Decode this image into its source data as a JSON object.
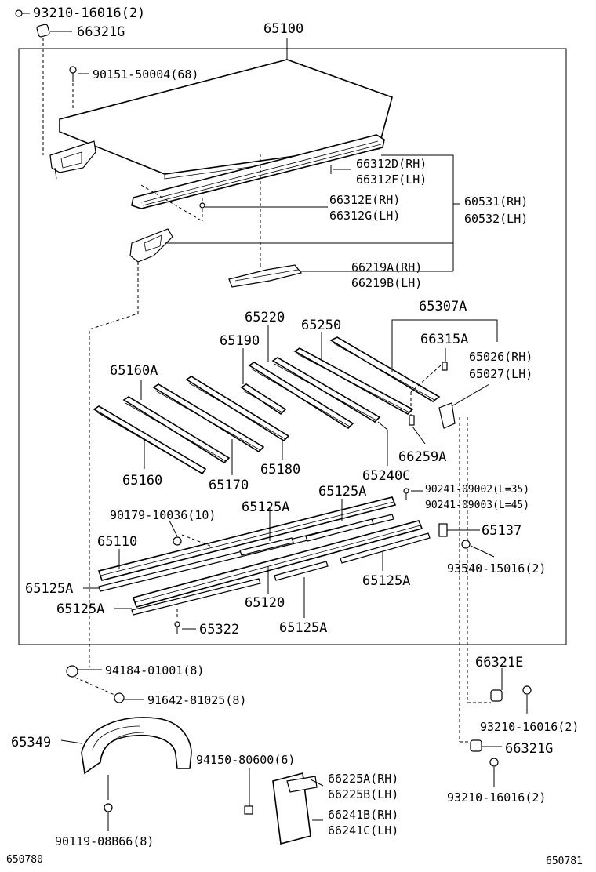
{
  "diagram": {
    "main_assembly": "65100",
    "labels": {
      "p93210_top": "93210-16016(2)",
      "p66321G_top": "66321G",
      "p90151": "90151-50004(68)",
      "p66312D": "66312D(RH)",
      "p66312F": "66312F(LH)",
      "p66312E": "66312E(RH)",
      "p66312G": "66312G(LH)",
      "p60531": "60531(RH)",
      "p60532": "60532(LH)",
      "p66219A": "66219A(RH)",
      "p66219B": "66219B(LH)",
      "p65307A": "65307A",
      "p65220": "65220",
      "p65250": "65250",
      "p65190": "65190",
      "p66315A": "66315A",
      "p65026": "65026(RH)",
      "p65027": "65027(LH)",
      "p65160A": "65160A",
      "p66259A": "66259A",
      "p65160": "65160",
      "p65170": "65170",
      "p65180": "65180",
      "p65240C": "65240C",
      "p90241a": "90241-09002(L=35)",
      "p90241b": "90241-09003(L=45)",
      "p65125A_1": "65125A",
      "p65125A_2": "65125A",
      "p90179": "90179-10036(10)",
      "p65137": "65137",
      "p65110": "65110",
      "p93540": "93540-15016(2)",
      "p65125A_3": "65125A",
      "p65125A_4": "65125A",
      "p65120": "65120",
      "p65125A_5": "65125A",
      "p65322": "65322",
      "p65125A_6": "65125A",
      "p66321E": "66321E",
      "p94184": "94184-01001(8)",
      "p91642": "91642-81025(8)",
      "p93210_mid": "93210-16016(2)",
      "p65349": "65349",
      "p94150": "94150-80600(6)",
      "p66321G_bot": "66321G",
      "p66225A": "66225A(RH)",
      "p66225B": "66225B(LH)",
      "p93210_bot": "93210-16016(2)",
      "p66241B": "66241B(RH)",
      "p66241C": "66241C(LH)",
      "p90119": "90119-08B66(8)",
      "code_left": "650780",
      "code_right": "650781"
    }
  }
}
